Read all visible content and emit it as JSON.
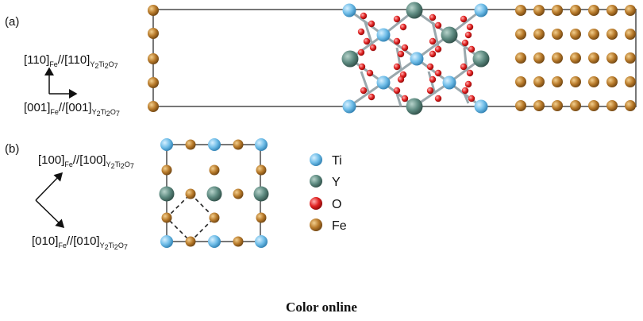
{
  "panel_a": {
    "label": "(a)",
    "dir_up": {
      "main": "[110]",
      "fe": "Fe",
      "sep": "//[110]",
      "y": "Y",
      "n2": "2",
      "ti": "Ti",
      "n2b": "2",
      "o": "O",
      "n7": "7"
    },
    "dir_right": {
      "main": "[001]",
      "fe": "Fe",
      "sep": "//[001]",
      "y": "Y",
      "n2": "2",
      "ti": "Ti",
      "n2b": "2",
      "o": "O",
      "n7": "7"
    }
  },
  "panel_b": {
    "label": "(b)",
    "dir_upper": {
      "main": "[100]",
      "fe": "Fe",
      "sep": "//[100]",
      "y": "Y",
      "n2": "2",
      "ti": "Ti",
      "n2b": "2",
      "o": "O",
      "n7": "7"
    },
    "dir_lower": {
      "main": "[010]",
      "fe": "Fe",
      "sep": "//[010]",
      "y": "Y",
      "n2": "2",
      "ti": "Ti",
      "n2b": "2",
      "o": "O",
      "n7": "7"
    }
  },
  "legend": [
    {
      "symbol": "Ti",
      "color": "#6fbde8"
    },
    {
      "symbol": "Y",
      "color": "#5d8a80"
    },
    {
      "symbol": "O",
      "color": "#e02020"
    },
    {
      "symbol": "Fe",
      "color": "#b87a2a"
    }
  ],
  "caption": "Color online",
  "colors": {
    "frame": "#777777",
    "bond": "#9aa8ad",
    "dashed": "#222222"
  }
}
